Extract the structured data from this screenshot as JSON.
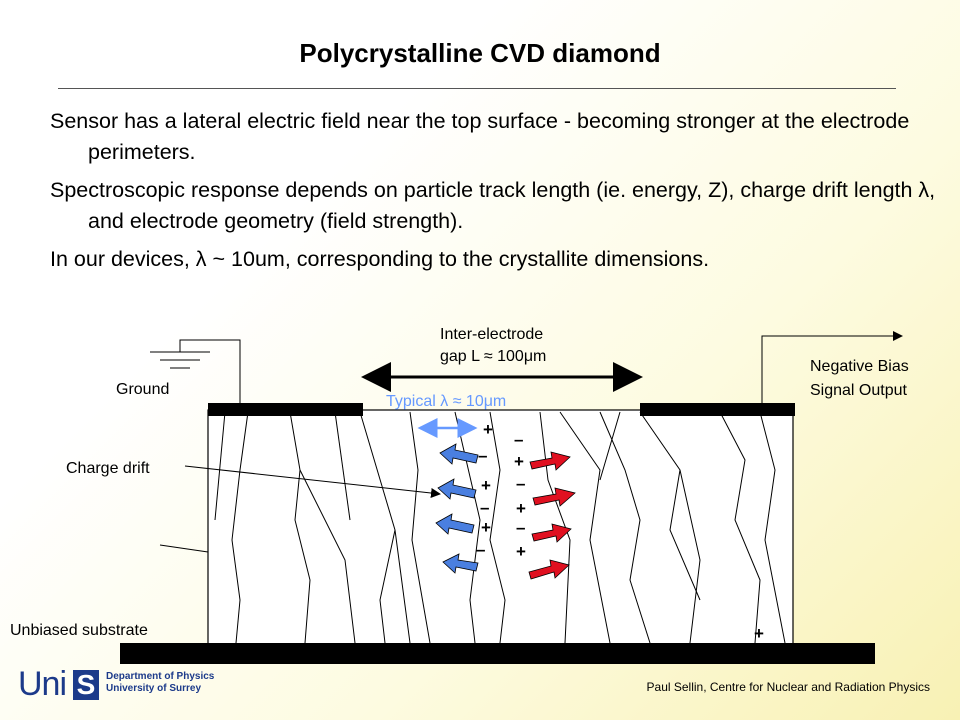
{
  "title": "Polycrystalline CVD diamond",
  "bullets": [
    "Sensor has a lateral electric field near the top surface - becoming stronger at the electrode perimeters.",
    "Spectroscopic response depends on particle track length (ie. energy, Z), charge drift length λ, and electrode geometry (field strength).",
    "In our devices, λ ~ 10um, corresponding to the crystallite dimensions."
  ],
  "diagram": {
    "gap_label_line1": "Inter-electrode",
    "gap_label_line2": "gap L ≈ 100μm",
    "typical_label": "Typical λ ≈ 10μm",
    "ground_label": "Ground",
    "bias_line1": "Negative Bias",
    "bias_line2": "Signal Output",
    "charge_drift_label": "Charge drift",
    "substrate_label": "Unbiased substrate",
    "plus": "+",
    "minus": "–",
    "arrow_colors": {
      "hole": "#4a7fe0",
      "electron": "#e01020",
      "typical": "#6699ff"
    }
  },
  "footer": {
    "credit": "Paul Sellin, Centre for Nuclear and Radiation Physics",
    "logo_uni": "Uni",
    "logo_s": "S",
    "logo_dept": "Department of Physics",
    "logo_univ": "University of Surrey"
  }
}
